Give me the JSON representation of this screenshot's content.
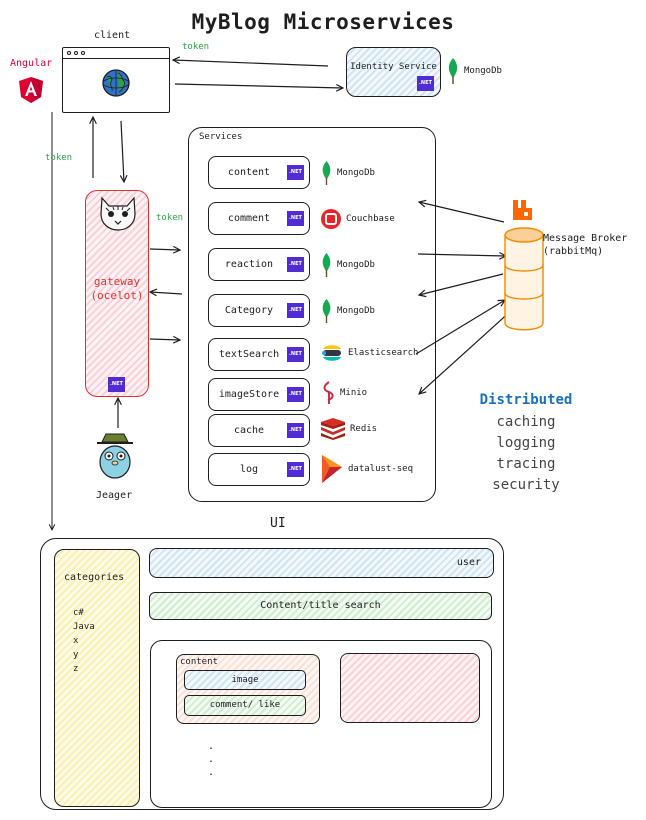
{
  "title": "MyBlog Microservices",
  "client": {
    "label": "client",
    "framework": "Angular"
  },
  "identity": {
    "label": "Identity Service",
    "db": "MongoDb",
    "net": ".NET"
  },
  "token_labels": [
    "token",
    "token",
    "token"
  ],
  "gateway": {
    "label": "gateway\n(ocelot)",
    "net": ".NET"
  },
  "jaeger": {
    "label": "Jeager"
  },
  "services_box": {
    "label": "Services"
  },
  "services": [
    {
      "name": "content",
      "tech": "MongoDb",
      "net": ".NET"
    },
    {
      "name": "comment",
      "tech": "Couchbase",
      "net": ".NET"
    },
    {
      "name": "reaction",
      "tech": "MongoDb",
      "net": ".NET"
    },
    {
      "name": "Category",
      "tech": "MongoDb",
      "net": ".NET"
    },
    {
      "name": "textSearch",
      "tech": "Elasticsearch",
      "net": ".NET"
    },
    {
      "name": "imageStore",
      "tech": "Minio",
      "net": ".NET"
    },
    {
      "name": "cache",
      "tech": "Redis",
      "net": ".NET"
    },
    {
      "name": "log",
      "tech": "datalust-seq",
      "net": ".NET"
    }
  ],
  "broker": {
    "label": "Message Broker\n(rabbitMq)"
  },
  "distributed": {
    "heading": "Distributed",
    "items": [
      "caching",
      "logging",
      "tracing",
      "security"
    ]
  },
  "ui": {
    "title": "UI",
    "categories": {
      "heading": "categories",
      "items": [
        "c#",
        "Java",
        "x",
        "y",
        "z"
      ]
    },
    "user_bar": "user",
    "search_bar": "Content/title search",
    "content": {
      "heading": "content",
      "image": "image",
      "comment": "comment/ like"
    },
    "ellipsis": ".\n.\n."
  },
  "colors": {
    "net": "#512bd4",
    "token": "#2f9e44",
    "gateway": "#e03131",
    "angular": "#dd0031",
    "distributed": "#1971c2"
  }
}
